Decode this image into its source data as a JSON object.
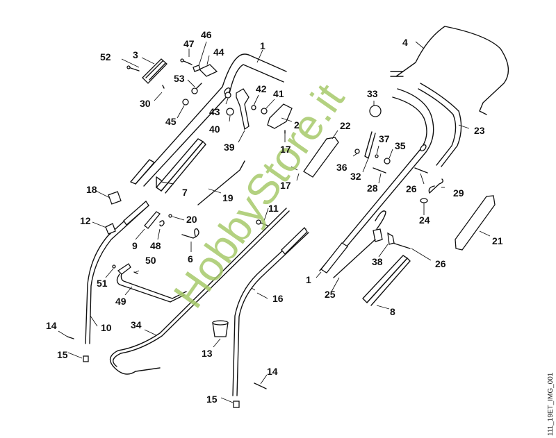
{
  "diagram": {
    "type": "exploded-parts-diagram",
    "subject": "Lawn mower handlebar assembly",
    "image_id": "111_19ET_IMG_001",
    "watermark": "HobbyStore.it",
    "watermark_color": "#a6c96a",
    "callouts": [
      {
        "id": "c1a",
        "label": "1"
      },
      {
        "id": "c1b",
        "label": "1"
      },
      {
        "id": "c2",
        "label": "2"
      },
      {
        "id": "c3",
        "label": "3"
      },
      {
        "id": "c4",
        "label": "4"
      },
      {
        "id": "c6",
        "label": "6"
      },
      {
        "id": "c7",
        "label": "7"
      },
      {
        "id": "c8",
        "label": "8"
      },
      {
        "id": "c9",
        "label": "9"
      },
      {
        "id": "c10",
        "label": "10"
      },
      {
        "id": "c11",
        "label": "11"
      },
      {
        "id": "c12",
        "label": "12"
      },
      {
        "id": "c13",
        "label": "13"
      },
      {
        "id": "c14a",
        "label": "14"
      },
      {
        "id": "c14b",
        "label": "14"
      },
      {
        "id": "c15a",
        "label": "15"
      },
      {
        "id": "c15b",
        "label": "15"
      },
      {
        "id": "c16",
        "label": "16"
      },
      {
        "id": "c17a",
        "label": "17"
      },
      {
        "id": "c17b",
        "label": "17"
      },
      {
        "id": "c18",
        "label": "18"
      },
      {
        "id": "c19",
        "label": "19"
      },
      {
        "id": "c20",
        "label": "20"
      },
      {
        "id": "c21",
        "label": "21"
      },
      {
        "id": "c22",
        "label": "22"
      },
      {
        "id": "c23",
        "label": "23"
      },
      {
        "id": "c24",
        "label": "24"
      },
      {
        "id": "c25",
        "label": "25"
      },
      {
        "id": "c26a",
        "label": "26"
      },
      {
        "id": "c26b",
        "label": "26"
      },
      {
        "id": "c28",
        "label": "28"
      },
      {
        "id": "c29",
        "label": "29"
      },
      {
        "id": "c30",
        "label": "30"
      },
      {
        "id": "c32",
        "label": "32"
      },
      {
        "id": "c33",
        "label": "33"
      },
      {
        "id": "c34",
        "label": "34"
      },
      {
        "id": "c35",
        "label": "35"
      },
      {
        "id": "c36",
        "label": "36"
      },
      {
        "id": "c37",
        "label": "37"
      },
      {
        "id": "c38",
        "label": "38"
      },
      {
        "id": "c39",
        "label": "39"
      },
      {
        "id": "c40",
        "label": "40"
      },
      {
        "id": "c41",
        "label": "41"
      },
      {
        "id": "c42",
        "label": "42"
      },
      {
        "id": "c43",
        "label": "43"
      },
      {
        "id": "c44",
        "label": "44"
      },
      {
        "id": "c45",
        "label": "45"
      },
      {
        "id": "c46",
        "label": "46"
      },
      {
        "id": "c47",
        "label": "47"
      },
      {
        "id": "c48",
        "label": "48"
      },
      {
        "id": "c49",
        "label": "49"
      },
      {
        "id": "c50",
        "label": "50"
      },
      {
        "id": "c51",
        "label": "51"
      },
      {
        "id": "c52",
        "label": "52"
      },
      {
        "id": "c53",
        "label": "53"
      }
    ]
  }
}
